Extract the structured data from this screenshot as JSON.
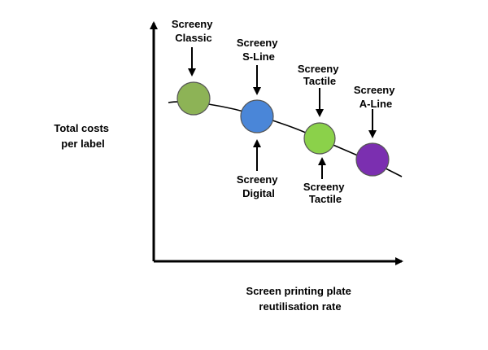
{
  "axes": {
    "y_label": [
      "Total costs",
      "per  label"
    ],
    "x_label": [
      "Screen printing plate",
      "reutilisation rate"
    ]
  },
  "products": [
    {
      "id": "classic",
      "label": [
        "Screeny",
        "Classic"
      ],
      "color": "#8db356",
      "label_side": "above"
    },
    {
      "id": "digital",
      "label": [
        "Screeny",
        "Digital"
      ],
      "color": "#4a86d8",
      "label_side": "below"
    },
    {
      "id": "s-line",
      "label": [
        "Screeny",
        "S-Line"
      ],
      "color": "#4a86d8",
      "label_side": "above"
    },
    {
      "id": "tactile",
      "label": [
        "Screeny",
        "Tactile"
      ],
      "color": "#8bd14a",
      "label_side": "above"
    },
    {
      "id": "tactile-2",
      "label": [
        "Screeny",
        "Tactile"
      ],
      "color": "#8bd14a",
      "label_side": "below"
    },
    {
      "id": "a-line",
      "label": [
        "Screeny",
        "A-Line"
      ],
      "color": "#7b2fb0",
      "label_side": "above"
    }
  ],
  "colors": {
    "axis": "#000000",
    "curve": "#000000"
  }
}
